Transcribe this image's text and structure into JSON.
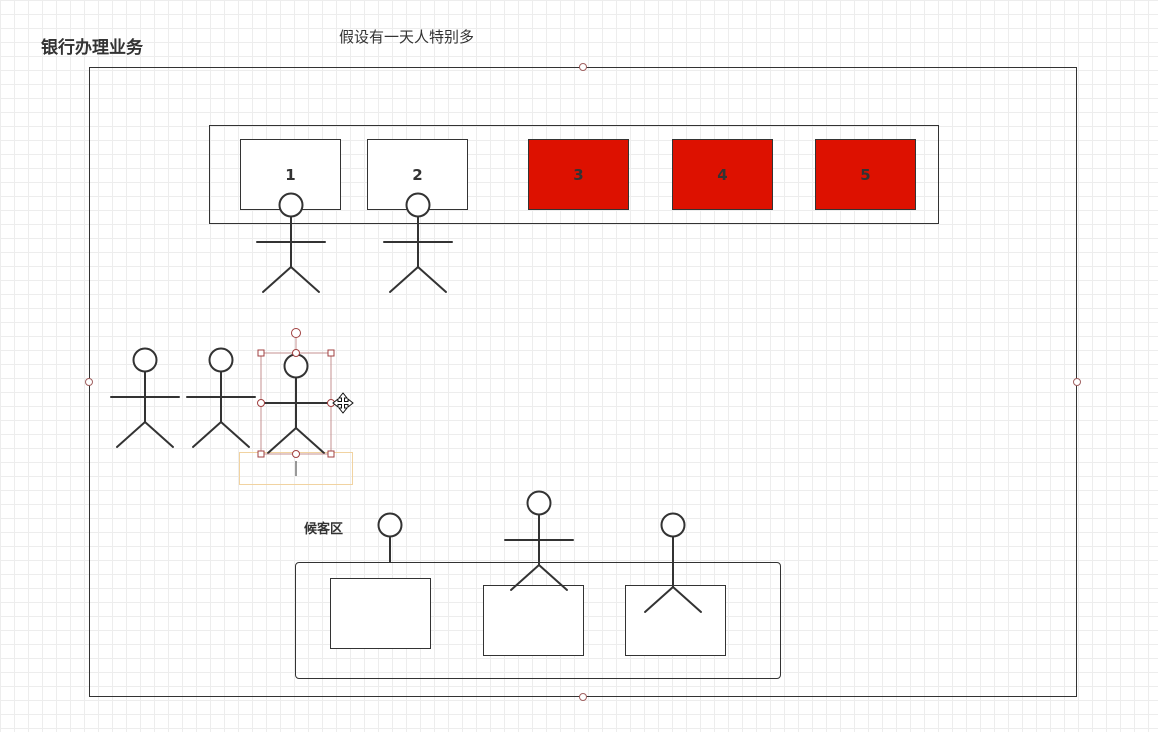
{
  "diagram": {
    "title": "银行办理业务",
    "subtitle": "假设有一天人特别多",
    "waiting_area_label": "候客区",
    "counters": [
      {
        "label": "1",
        "busy": false
      },
      {
        "label": "2",
        "busy": false
      },
      {
        "label": "3",
        "busy": true
      },
      {
        "label": "4",
        "busy": true
      },
      {
        "label": "5",
        "busy": true
      }
    ],
    "colors": {
      "stroke": "#333333",
      "busy_counter": "#dd1100",
      "selection": "#b06060",
      "text_highlight": "#f1d3a1"
    },
    "icons": {
      "move_cursor": "move-cursor-icon"
    }
  }
}
